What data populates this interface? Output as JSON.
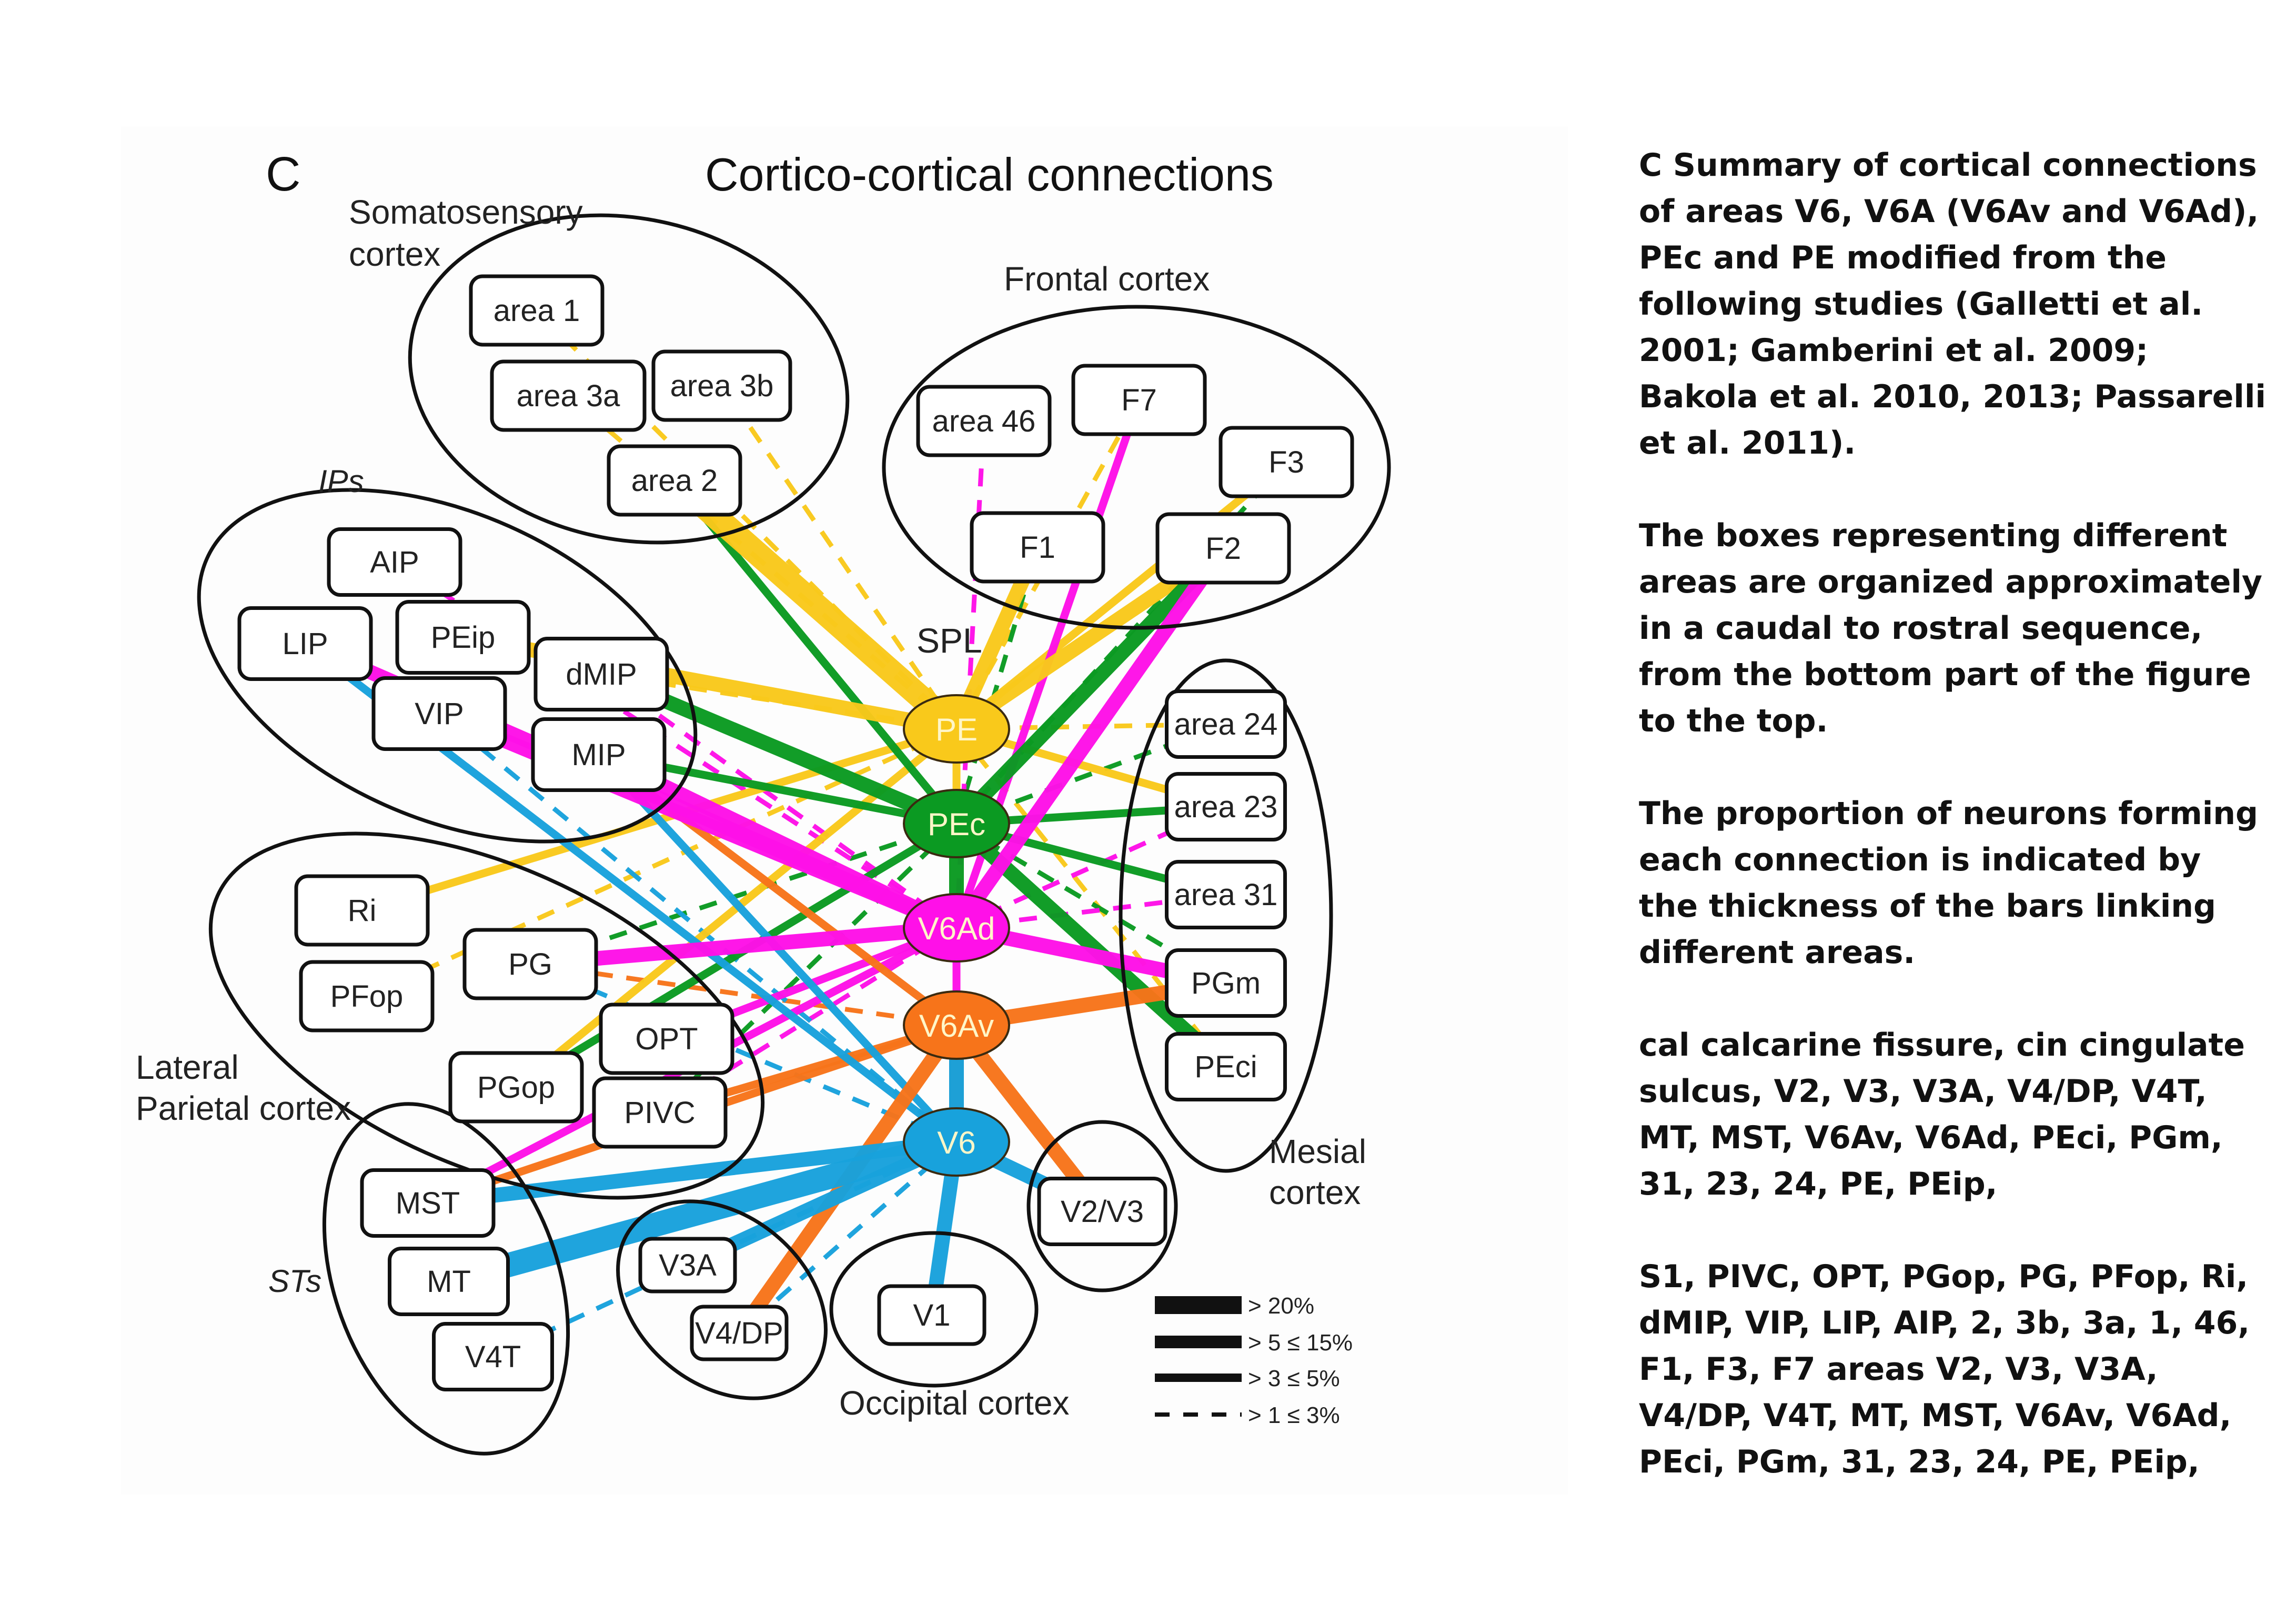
{
  "figure": {
    "panel_label": "C",
    "title": "Cortico-cortical connections",
    "colors": {
      "PE": "#f9c91b",
      "PEc": "#0b9a22",
      "V6Ad": "#ff10e8",
      "V6Av": "#f7741a",
      "V6": "#18a2dc",
      "outline": "#111111",
      "hub_text": "#fff6c8"
    },
    "group_labels": {
      "somatosensory": [
        "Somatosensory",
        "cortex"
      ],
      "frontal": "Frontal cortex",
      "ips": "IPs",
      "spl": "SPL",
      "lateral_parietal": [
        "Lateral",
        "Parietal cortex"
      ],
      "mesial": [
        "Mesial",
        "cortex"
      ],
      "sts": "STs",
      "occipital": "Occipital cortex"
    },
    "hubs": [
      {
        "id": "PE",
        "label": "PE"
      },
      {
        "id": "PEc",
        "label": "PEc"
      },
      {
        "id": "V6Ad",
        "label": "V6Ad"
      },
      {
        "id": "V6Av",
        "label": "V6Av"
      },
      {
        "id": "V6",
        "label": "V6"
      }
    ],
    "areas": [
      {
        "id": "area1",
        "label": "area 1",
        "group": "somatosensory"
      },
      {
        "id": "area3a",
        "label": "area 3a",
        "group": "somatosensory"
      },
      {
        "id": "area3b",
        "label": "area 3b",
        "group": "somatosensory"
      },
      {
        "id": "area2",
        "label": "area 2",
        "group": "somatosensory"
      },
      {
        "id": "area46",
        "label": "area 46",
        "group": "frontal"
      },
      {
        "id": "F7",
        "label": "F7",
        "group": "frontal"
      },
      {
        "id": "F3",
        "label": "F3",
        "group": "frontal"
      },
      {
        "id": "F1",
        "label": "F1",
        "group": "frontal"
      },
      {
        "id": "F2",
        "label": "F2",
        "group": "frontal"
      },
      {
        "id": "AIP",
        "label": "AIP",
        "group": "ips"
      },
      {
        "id": "LIP",
        "label": "LIP",
        "group": "ips"
      },
      {
        "id": "PEip",
        "label": "PEip",
        "group": "ips"
      },
      {
        "id": "dMIP",
        "label": "dMIP",
        "group": "ips"
      },
      {
        "id": "VIP",
        "label": "VIP",
        "group": "ips"
      },
      {
        "id": "MIP",
        "label": "MIP",
        "group": "ips"
      },
      {
        "id": "Ri",
        "label": "Ri",
        "group": "lateral_parietal"
      },
      {
        "id": "PG",
        "label": "PG",
        "group": "lateral_parietal"
      },
      {
        "id": "PFop",
        "label": "PFop",
        "group": "lateral_parietal"
      },
      {
        "id": "OPT",
        "label": "OPT",
        "group": "lateral_parietal"
      },
      {
        "id": "PGop",
        "label": "PGop",
        "group": "lateral_parietal"
      },
      {
        "id": "PIVC",
        "label": "PIVC",
        "group": "lateral_parietal"
      },
      {
        "id": "area24",
        "label": "area 24",
        "group": "mesial"
      },
      {
        "id": "area23",
        "label": "area 23",
        "group": "mesial"
      },
      {
        "id": "area31",
        "label": "area 31",
        "group": "mesial"
      },
      {
        "id": "PGm",
        "label": "PGm",
        "group": "mesial"
      },
      {
        "id": "PEci",
        "label": "PEci",
        "group": "mesial"
      },
      {
        "id": "MST",
        "label": "MST",
        "group": "sts"
      },
      {
        "id": "MT",
        "label": "MT",
        "group": "sts"
      },
      {
        "id": "V4T",
        "label": "V4T",
        "group": "sts"
      },
      {
        "id": "V3A",
        "label": "V3A",
        "group": "occipital"
      },
      {
        "id": "V4DP",
        "label": "V4/DP",
        "group": "occipital"
      },
      {
        "id": "V1",
        "label": "V1",
        "group": "occipital"
      },
      {
        "id": "V2V3",
        "label": "V2/V3",
        "group": "occipital"
      }
    ],
    "legend": [
      {
        "level": 4,
        "label": "> 20%"
      },
      {
        "level": 3,
        "label": "> 5 ≤ 15%"
      },
      {
        "level": 2,
        "label": "> 3 ≤ 5%"
      },
      {
        "level": 1,
        "label": "> 1 ≤ 3%"
      }
    ],
    "connections": [
      {
        "hub": "PE",
        "target": "area2",
        "level": 4
      },
      {
        "hub": "PE",
        "target": "area1",
        "level": 1
      },
      {
        "hub": "PE",
        "target": "area3a",
        "level": 1
      },
      {
        "hub": "PE",
        "target": "area3b",
        "level": 1
      },
      {
        "hub": "PE",
        "target": "PEip",
        "level": 3
      },
      {
        "hub": "PE",
        "target": "dMIP",
        "level": 1
      },
      {
        "hub": "PE",
        "target": "F1",
        "level": 3
      },
      {
        "hub": "PE",
        "target": "F2",
        "level": 3
      },
      {
        "hub": "PE",
        "target": "F3",
        "level": 2
      },
      {
        "hub": "PE",
        "target": "F7",
        "level": 1
      },
      {
        "hub": "PE",
        "target": "Ri",
        "level": 2
      },
      {
        "hub": "PE",
        "target": "PFop",
        "level": 1
      },
      {
        "hub": "PE",
        "target": "PGop",
        "level": 2
      },
      {
        "hub": "PE",
        "target": "area24",
        "level": 1
      },
      {
        "hub": "PE",
        "target": "area23",
        "level": 2
      },
      {
        "hub": "PE",
        "target": "PEci",
        "level": 1
      },
      {
        "hub": "PE",
        "target": "PEc",
        "level": 2
      },
      {
        "hub": "PEc",
        "target": "area2",
        "level": 2
      },
      {
        "hub": "PEc",
        "target": "dMIP",
        "level": 3
      },
      {
        "hub": "PEc",
        "target": "MIP",
        "level": 2
      },
      {
        "hub": "PEc",
        "target": "F2",
        "level": 3
      },
      {
        "hub": "PEc",
        "target": "F3",
        "level": 1
      },
      {
        "hub": "PEc",
        "target": "F1",
        "level": 1
      },
      {
        "hub": "PEc",
        "target": "area24",
        "level": 1
      },
      {
        "hub": "PEc",
        "target": "area23",
        "level": 2
      },
      {
        "hub": "PEc",
        "target": "area31",
        "level": 2
      },
      {
        "hub": "PEc",
        "target": "PGm",
        "level": 1
      },
      {
        "hub": "PEc",
        "target": "PEci",
        "level": 3
      },
      {
        "hub": "PEc",
        "target": "PG",
        "level": 1
      },
      {
        "hub": "PEc",
        "target": "PGop",
        "level": 2
      },
      {
        "hub": "PEc",
        "target": "PIVC",
        "level": 1
      },
      {
        "hub": "PEc",
        "target": "V6Ad",
        "level": 3
      },
      {
        "hub": "V6Ad",
        "target": "F7",
        "level": 2
      },
      {
        "hub": "V6Ad",
        "target": "F2",
        "level": 3
      },
      {
        "hub": "V6Ad",
        "target": "area46",
        "level": 1
      },
      {
        "hub": "V6Ad",
        "target": "AIP",
        "level": 1
      },
      {
        "hub": "V6Ad",
        "target": "LIP",
        "level": 3
      },
      {
        "hub": "V6Ad",
        "target": "VIP",
        "level": 3
      },
      {
        "hub": "V6Ad",
        "target": "MIP",
        "level": 3
      },
      {
        "hub": "V6Ad",
        "target": "dMIP",
        "level": 1
      },
      {
        "hub": "V6Ad",
        "target": "PG",
        "level": 3
      },
      {
        "hub": "V6Ad",
        "target": "OPT",
        "level": 2
      },
      {
        "hub": "V6Ad",
        "target": "PIVC",
        "level": 1
      },
      {
        "hub": "V6Ad",
        "target": "MST",
        "level": 2
      },
      {
        "hub": "V6Ad",
        "target": "area31",
        "level": 1
      },
      {
        "hub": "V6Ad",
        "target": "area23",
        "level": 1
      },
      {
        "hub": "V6Ad",
        "target": "PGm",
        "level": 3
      },
      {
        "hub": "V6Ad",
        "target": "V6Av",
        "level": 2
      },
      {
        "hub": "V6Av",
        "target": "MIP",
        "level": 2
      },
      {
        "hub": "V6Av",
        "target": "PG",
        "level": 1
      },
      {
        "hub": "V6Av",
        "target": "PIVC",
        "level": 2
      },
      {
        "hub": "V6Av",
        "target": "MST",
        "level": 2
      },
      {
        "hub": "V6Av",
        "target": "V4DP",
        "level": 3
      },
      {
        "hub": "V6Av",
        "target": "V2V3",
        "level": 3
      },
      {
        "hub": "V6Av",
        "target": "PGm",
        "level": 3
      },
      {
        "hub": "V6Av",
        "target": "V6",
        "level": 3
      },
      {
        "hub": "V6",
        "target": "LIP",
        "level": 2
      },
      {
        "hub": "V6",
        "target": "VIP",
        "level": 1
      },
      {
        "hub": "V6",
        "target": "MIP",
        "level": 2
      },
      {
        "hub": "V6",
        "target": "PG",
        "level": 1
      },
      {
        "hub": "V6",
        "target": "MST",
        "level": 3
      },
      {
        "hub": "V6",
        "target": "MT",
        "level": 4
      },
      {
        "hub": "V6",
        "target": "V4T",
        "level": 1
      },
      {
        "hub": "V6",
        "target": "V3A",
        "level": 3
      },
      {
        "hub": "V6",
        "target": "V4DP",
        "level": 1
      },
      {
        "hub": "V6",
        "target": "V1",
        "level": 3
      },
      {
        "hub": "V6",
        "target": "V2V3",
        "level": 3
      },
      {
        "hub": "V6",
        "target": "V6Av",
        "level": 3
      }
    ]
  },
  "caption": {
    "paragraphs": [
      "C Summary of cortical connections of areas V6, V6A (V6Av and V6Ad), PEc and PE modified from the following studies (Galletti et al. 2001; Gamberini et al. 2009; Bakola et al. 2010, 2013; Passarelli et al. 2011).",
      "The boxes representing different areas are organized approximately in a caudal to rostral sequence, from the bottom part of the figure to the top.",
      "The proportion of neurons forming each connection is indicated by the thickness of the bars linking different areas.",
      "cal calcarine fissure, cin cingulate sulcus, V2, V3, V3A, V4/DP, V4T, MT, MST, V6Av, V6Ad, PEci, PGm, 31, 23, 24, PE, PEip,",
      "S1, PIVC, OPT, PGop, PG, PFop, Ri, dMIP, VIP, LIP, AIP, 2, 3b, 3a, 1, 46, F1, F3, F7 areas V2, V3, V3A, V4/DP, V4T, MT, MST, V6Av, V6Ad, PEci, PGm, 31, 23, 24, PE, PEip,"
    ]
  }
}
